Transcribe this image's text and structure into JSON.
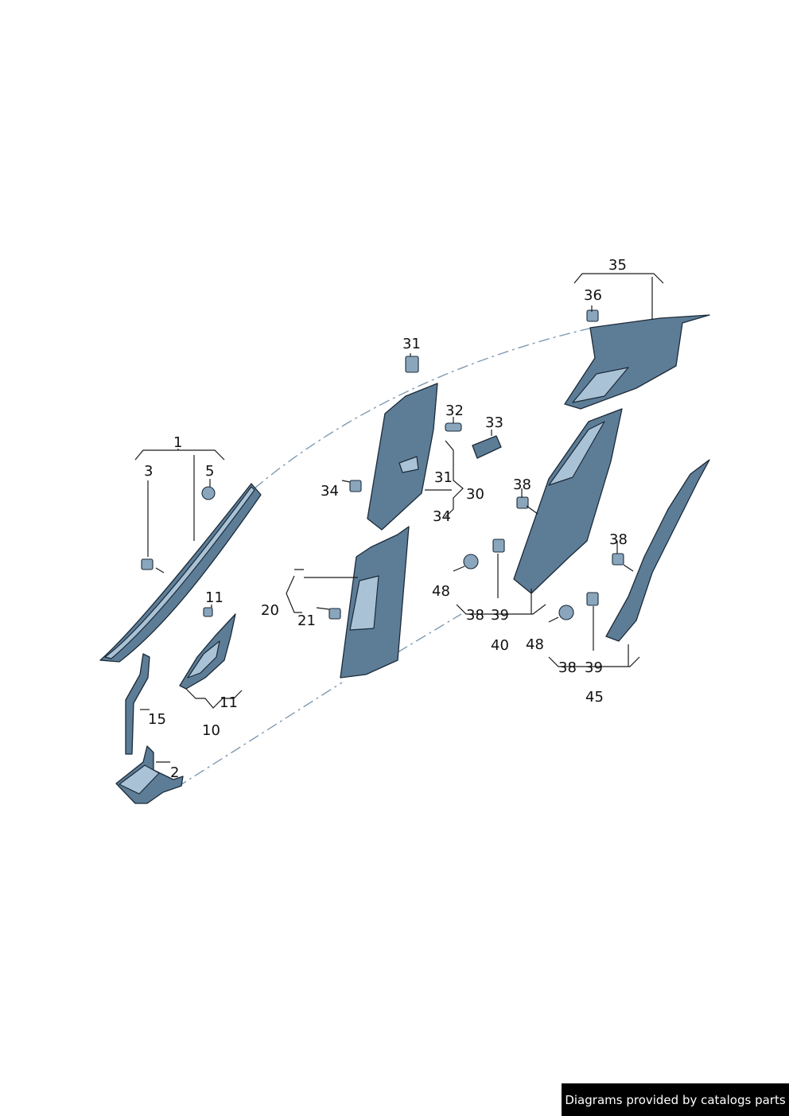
{
  "callouts": {
    "c1": "1",
    "c2": "2",
    "c3": "3",
    "c5": "5",
    "c10": "10",
    "c11a": "11",
    "c11b": "11",
    "c15": "15",
    "c20": "20",
    "c21": "21",
    "c30": "30",
    "c31a": "31",
    "c31b": "31",
    "c32": "32",
    "c33": "33",
    "c34a": "34",
    "c34b": "34",
    "c35": "35",
    "c36": "36",
    "c38a": "38",
    "c38b": "38",
    "c38c": "38",
    "c38d": "38",
    "c39a": "39",
    "c39b": "39",
    "c40": "40",
    "c45": "45",
    "c48a": "48",
    "c48b": "48"
  },
  "credit": "Diagrams provided by catalogs parts",
  "colors": {
    "part_fill": "#5d7d97",
    "part_highlight": "#a9c2d6",
    "outline": "#1b2a38",
    "dash_line": "#7f9bb3",
    "credit_bg": "#000000",
    "credit_text": "#ffffff"
  }
}
